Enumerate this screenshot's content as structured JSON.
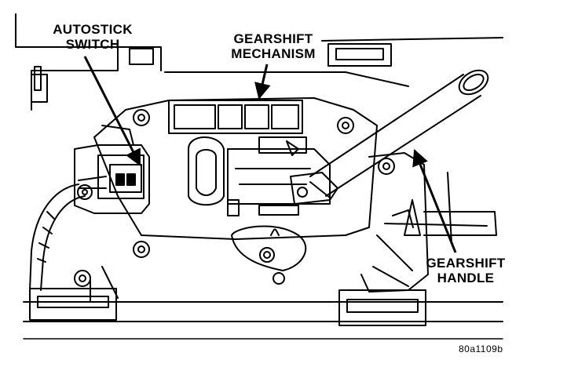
{
  "callouts": {
    "autostick_switch": [
      "AUTOSTICK",
      "SWITCH"
    ],
    "gearshift_mechanism": [
      "GEARSHIFT",
      "MECHANISM"
    ],
    "gearshift_handle": [
      "GEARSHIFT",
      "HANDLE"
    ]
  },
  "figure_id": "80a1109b",
  "colors": {
    "ink": "#000000",
    "paper": "#ffffff"
  }
}
